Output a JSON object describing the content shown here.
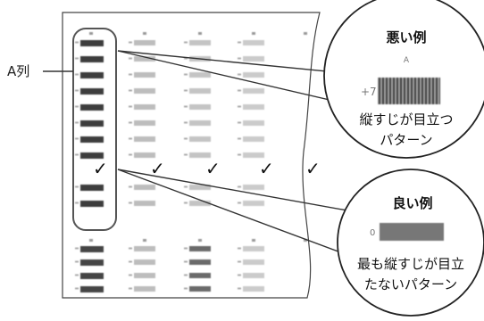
{
  "column_label": "A列",
  "bad_example": {
    "title": "悪い例",
    "letter": "A",
    "number": "+7",
    "caption_line1": "縦すじが目立つ",
    "caption_line2": "パターン"
  },
  "good_example": {
    "title": "良い例",
    "number": "0",
    "caption_line1": "最も縦すじが目立",
    "caption_line2": "たないパターン"
  },
  "check_glyph": "✓"
}
